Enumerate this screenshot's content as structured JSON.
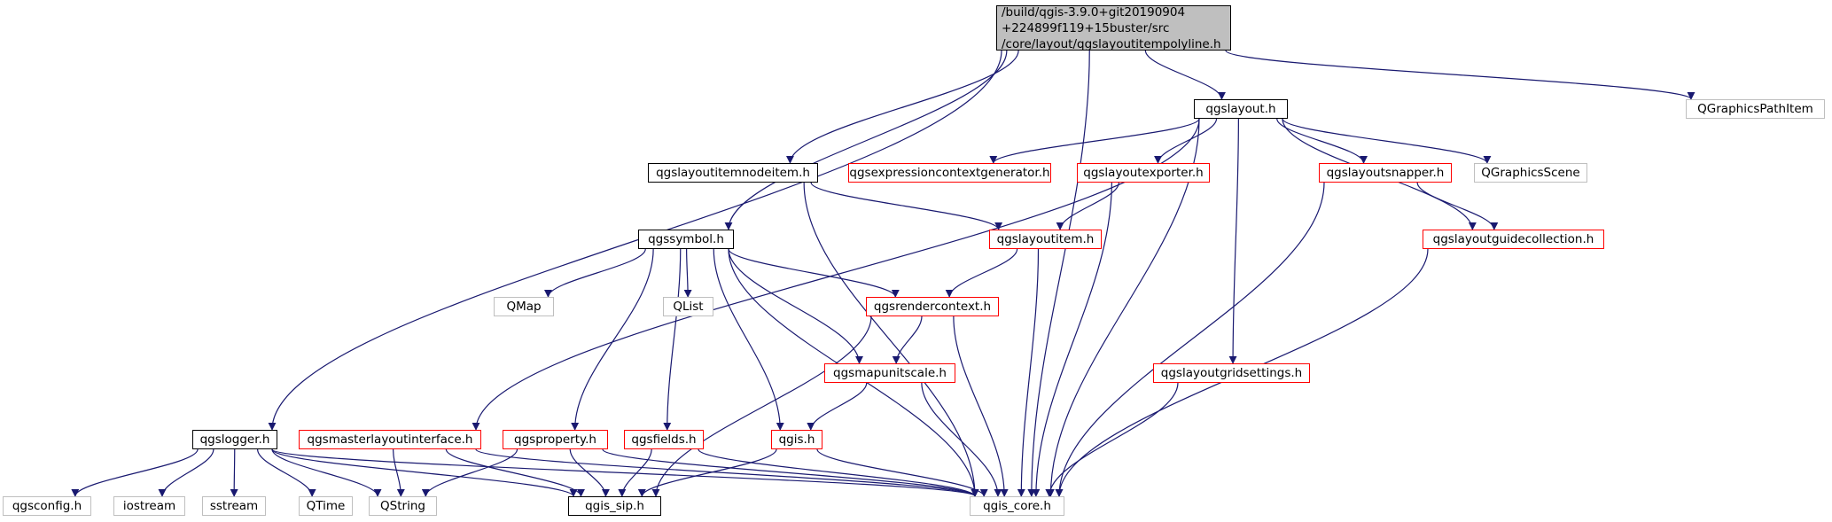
{
  "colors": {
    "edge": "#191970",
    "red_border": "#ff0000",
    "gray_border": "#bfbfbf",
    "black_border": "#000000",
    "root_fill": "#bfbfbf"
  },
  "nodes": [
    {
      "id": "root",
      "style": "root",
      "lines": [
        "/build/qgis-3.9.0+git20190904",
        "+224899f119+15buster/src",
        "/core/layout/qgslayoutitempolyline.h"
      ]
    },
    {
      "id": "qgslayout",
      "style": "main",
      "lines": [
        "qgslayout.h"
      ]
    },
    {
      "id": "qgraphicspathitem",
      "style": "gray",
      "lines": [
        "QGraphicsPathItem"
      ]
    },
    {
      "id": "qgslayoutitemnodeitem",
      "style": "main",
      "lines": [
        "qgslayoutitemnodeitem.h"
      ]
    },
    {
      "id": "qgsexpressioncontextgenerator",
      "style": "red",
      "lines": [
        "qgsexpressioncontextgenerator.h"
      ]
    },
    {
      "id": "qgslayoutexporter",
      "style": "red",
      "lines": [
        "qgslayoutexporter.h"
      ]
    },
    {
      "id": "qgslayoutsnapper",
      "style": "red",
      "lines": [
        "qgslayoutsnapper.h"
      ]
    },
    {
      "id": "qgraphicsscene",
      "style": "gray",
      "lines": [
        "QGraphicsScene"
      ]
    },
    {
      "id": "qgssymbol",
      "style": "main",
      "lines": [
        "qgssymbol.h"
      ]
    },
    {
      "id": "qgslayoutitem",
      "style": "red",
      "lines": [
        "qgslayoutitem.h"
      ]
    },
    {
      "id": "qgslayoutguidecollection",
      "style": "red",
      "lines": [
        "qgslayoutguidecollection.h"
      ]
    },
    {
      "id": "qmap",
      "style": "gray",
      "lines": [
        "QMap"
      ]
    },
    {
      "id": "qlist",
      "style": "gray",
      "lines": [
        "QList"
      ]
    },
    {
      "id": "qgsrendercontext",
      "style": "red",
      "lines": [
        "qgsrendercontext.h"
      ]
    },
    {
      "id": "qgsmapunitscale",
      "style": "red",
      "lines": [
        "qgsmapunitscale.h"
      ]
    },
    {
      "id": "qgslayoutgridsettings",
      "style": "red",
      "lines": [
        "qgslayoutgridsettings.h"
      ]
    },
    {
      "id": "qgslogger",
      "style": "main",
      "lines": [
        "qgslogger.h"
      ]
    },
    {
      "id": "qgsmasterlayoutinterface",
      "style": "red",
      "lines": [
        "qgsmasterlayoutinterface.h"
      ]
    },
    {
      "id": "qgsproperty",
      "style": "red",
      "lines": [
        "qgsproperty.h"
      ]
    },
    {
      "id": "qgsfields",
      "style": "red",
      "lines": [
        "qgsfields.h"
      ]
    },
    {
      "id": "qgis",
      "style": "red",
      "lines": [
        "qgis.h"
      ]
    },
    {
      "id": "qgsconfig",
      "style": "gray",
      "lines": [
        "qgsconfig.h"
      ]
    },
    {
      "id": "iostream",
      "style": "gray",
      "lines": [
        "iostream"
      ]
    },
    {
      "id": "sstream",
      "style": "gray",
      "lines": [
        "sstream"
      ]
    },
    {
      "id": "qtime",
      "style": "gray",
      "lines": [
        "QTime"
      ]
    },
    {
      "id": "qstring",
      "style": "gray",
      "lines": [
        "QString"
      ]
    },
    {
      "id": "qgis_sip",
      "style": "main",
      "lines": [
        "qgis_sip.h"
      ]
    },
    {
      "id": "qgis_core",
      "style": "gray",
      "lines": [
        "qgis_core.h"
      ]
    }
  ],
  "edges": [
    [
      "root",
      "qgslayout"
    ],
    [
      "root",
      "qgraphicspathitem"
    ],
    [
      "root",
      "qgslayoutitemnodeitem"
    ],
    [
      "root",
      "qgssymbol"
    ],
    [
      "root",
      "qgslogger"
    ],
    [
      "root",
      "qgis_core"
    ],
    [
      "qgslayout",
      "qgsexpressioncontextgenerator"
    ],
    [
      "qgslayout",
      "qgslayoutexporter"
    ],
    [
      "qgslayout",
      "qgslayoutsnapper"
    ],
    [
      "qgslayout",
      "qgraphicsscene"
    ],
    [
      "qgslayout",
      "qgslayoutguidecollection"
    ],
    [
      "qgslayout",
      "qgslayoutgridsettings"
    ],
    [
      "qgslayout",
      "qgsmasterlayoutinterface"
    ],
    [
      "qgslayout",
      "qgis_core"
    ],
    [
      "qgslayoutitemnodeitem",
      "qgslayoutitem"
    ],
    [
      "qgslayoutitemnodeitem",
      "qgis_core"
    ],
    [
      "qgslayoutexporter",
      "qgslayoutitem"
    ],
    [
      "qgslayoutexporter",
      "qgis_core"
    ],
    [
      "qgslayoutsnapper",
      "qgslayoutguidecollection"
    ],
    [
      "qgslayoutsnapper",
      "qgis_core"
    ],
    [
      "qgslayoutguidecollection",
      "qgis_core"
    ],
    [
      "qgslayoutitem",
      "qgsrendercontext"
    ],
    [
      "qgslayoutitem",
      "qgis_core"
    ],
    [
      "qgssymbol",
      "qmap"
    ],
    [
      "qgssymbol",
      "qlist"
    ],
    [
      "qgssymbol",
      "qgsrendercontext"
    ],
    [
      "qgssymbol",
      "qgsmapunitscale"
    ],
    [
      "qgssymbol",
      "qgsproperty"
    ],
    [
      "qgssymbol",
      "qgsfields"
    ],
    [
      "qgssymbol",
      "qgis"
    ],
    [
      "qgssymbol",
      "qgis_core"
    ],
    [
      "qgsrendercontext",
      "qgsmapunitscale"
    ],
    [
      "qgsrendercontext",
      "qgis_sip"
    ],
    [
      "qgsrendercontext",
      "qgis_core"
    ],
    [
      "qgsmapunitscale",
      "qgis"
    ],
    [
      "qgsmapunitscale",
      "qgis_core"
    ],
    [
      "qgslayoutgridsettings",
      "qgis_core"
    ],
    [
      "qgsmasterlayoutinterface",
      "qstring"
    ],
    [
      "qgsmasterlayoutinterface",
      "qgis_sip"
    ],
    [
      "qgsmasterlayoutinterface",
      "qgis_core"
    ],
    [
      "qgsproperty",
      "qstring"
    ],
    [
      "qgsproperty",
      "qgis_sip"
    ],
    [
      "qgsproperty",
      "qgis_core"
    ],
    [
      "qgsfields",
      "qgis_sip"
    ],
    [
      "qgsfields",
      "qgis_core"
    ],
    [
      "qgis",
      "qgis_sip"
    ],
    [
      "qgis",
      "qgis_core"
    ],
    [
      "qgslogger",
      "qgsconfig"
    ],
    [
      "qgslogger",
      "iostream"
    ],
    [
      "qgslogger",
      "sstream"
    ],
    [
      "qgslogger",
      "qtime"
    ],
    [
      "qgslogger",
      "qstring"
    ],
    [
      "qgslogger",
      "qgis_sip"
    ],
    [
      "qgslogger",
      "qgis_core"
    ]
  ]
}
